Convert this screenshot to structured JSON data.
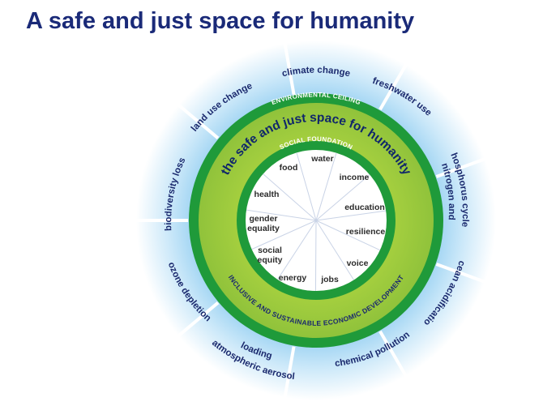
{
  "title": "A safe and just space for humanity",
  "diagram": {
    "boundaries": [
      "climate change",
      "freshwater use",
      "nitrogen and phosphorus cycles",
      "ocean acidification",
      "chemical pollution",
      "atmospheric aerosol loading",
      "ozone depletion",
      "biodiversity loss",
      "land use change"
    ],
    "environmental_ceiling": "ENVIRONMENTAL CEILING",
    "main_label": "the safe and just space for humanity",
    "social_foundation": "SOCIAL FOUNDATION",
    "inclusive_development": "INCLUSIVE AND SUSTAINABLE ECONOMIC DEVELOPMENT",
    "social_items": [
      "water",
      "income",
      "education",
      "resilience",
      "voice",
      "jobs",
      "energy",
      "social equity",
      "gender equality",
      "health",
      "food"
    ],
    "colors": {
      "title": "#1a2a78",
      "outer_glow": "#bfe1f7",
      "ring_dark_green": "#1f9a3a",
      "ring_light_green": "#98c83a",
      "label_navy": "#1b2a6e"
    }
  }
}
